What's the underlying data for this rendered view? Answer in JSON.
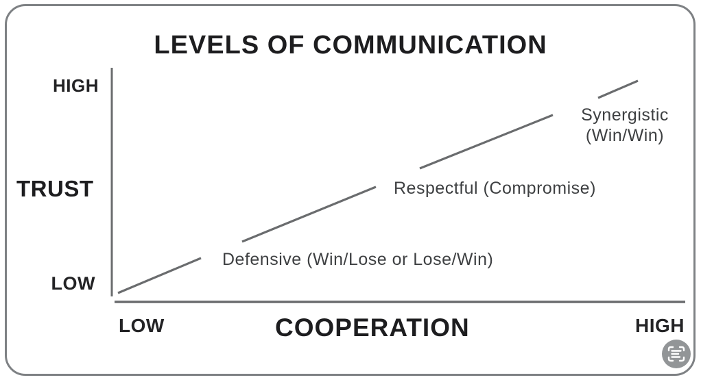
{
  "title": "LEVELS OF COMMUNICATION",
  "y_axis": {
    "label": "TRUST",
    "high": "HIGH",
    "low": "LOW"
  },
  "x_axis": {
    "label": "COOPERATION",
    "low": "LOW",
    "high": "HIGH"
  },
  "levels": [
    {
      "label": "Defensive (Win/Lose or Lose/Win)"
    },
    {
      "label": "Respectful (Compromise)"
    },
    {
      "label": "Synergistic (Win/Win)",
      "line1": "Synergistic",
      "line2": "(Win/Win)"
    }
  ],
  "icons": {
    "scan_icon": "text-scan-icon"
  },
  "colors": {
    "heading_text": "#1d1d1f",
    "label_text": "#3e4042",
    "line_gray": "#6a6c6e",
    "border_gray": "#7e8184",
    "icon_circle_gray": "#898c8e",
    "background": "#ffffff"
  },
  "chart_data": {
    "type": "line",
    "title": "LEVELS OF COMMUNICATION",
    "xlabel": "COOPERATION",
    "ylabel": "TRUST",
    "x_axis_tick_labels": [
      "LOW",
      "HIGH"
    ],
    "y_axis_tick_labels": [
      "LOW",
      "HIGH"
    ],
    "qualitative": true,
    "grid": false,
    "legend": false,
    "series": [
      {
        "name": "communication-level-line",
        "description": "Single straight diagonal line rising from (low cooperation, low trust) to (high cooperation, high trust), drawn in four dashed segments with label gaps",
        "points": [
          {
            "label": "Defensive (Win/Lose or Lose/Win)",
            "cooperation": "low",
            "trust": "low"
          },
          {
            "label": "Respectful (Compromise)",
            "cooperation": "medium",
            "trust": "medium"
          },
          {
            "label": "Synergistic (Win/Win)",
            "cooperation": "high",
            "trust": "high"
          }
        ]
      }
    ]
  }
}
